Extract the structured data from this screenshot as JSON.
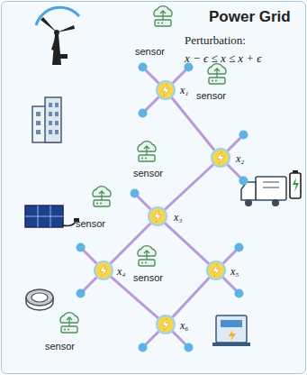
{
  "diagram": {
    "title": "Power Grid",
    "nodes": [
      {
        "text": [
          "x₁"
        ]
      },
      {
        "text": [
          "x₂"
        ]
      },
      {
        "text": [
          "x₃"
        ]
      },
      {
        "text": [
          "x₄"
        ]
      },
      {
        "text": [
          "x₅"
        ]
      },
      {
        "text": [
          "x₆"
        ]
      }
    ],
    "edges": [
      {
        "from": 0,
        "to": 1,
        "arrow": "none"
      },
      {
        "from": 1,
        "to": 2,
        "arrow": "none"
      },
      {
        "from": 2,
        "to": 3,
        "arrow": "none"
      },
      {
        "from": 2,
        "to": 4,
        "arrow": "none"
      },
      {
        "from": 3,
        "to": 5,
        "arrow": "none"
      },
      {
        "from": 4,
        "to": 5,
        "arrow": "none"
      }
    ],
    "labels": [
      "Perturbation:",
      "x − ϵ ≤ x ≤ x + ϵ",
      "sensor",
      "sensor",
      "sensor",
      "sensor",
      "sensor",
      "sensor"
    ]
  }
}
